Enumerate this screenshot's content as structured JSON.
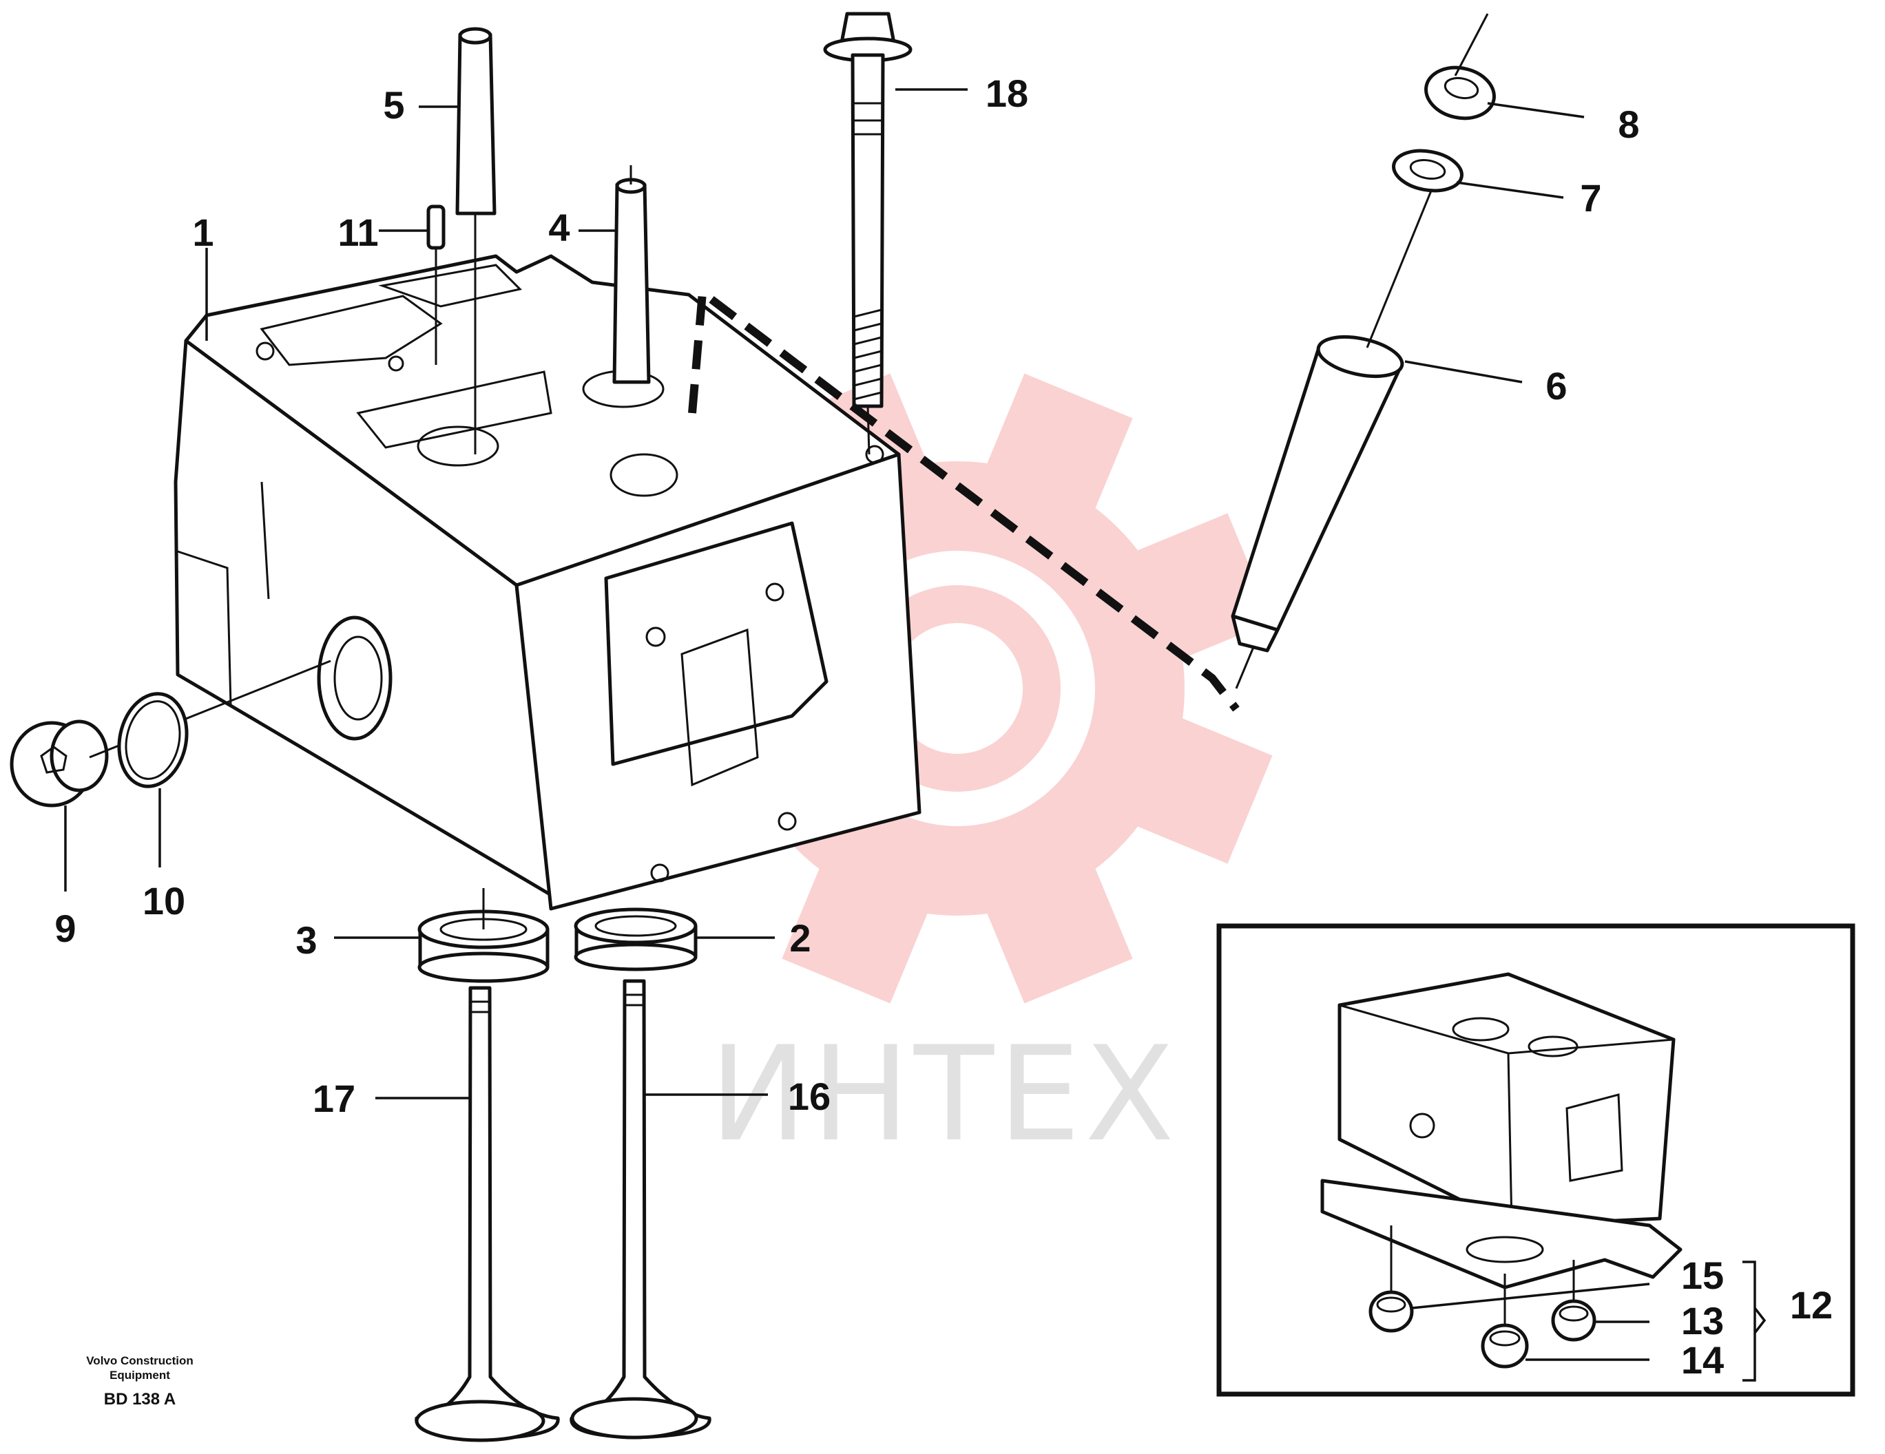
{
  "drawing_code": "BD 138 A",
  "credit": {
    "line1": "Volvo Construction",
    "line2": "Equipment"
  },
  "watermark": {
    "text": "ИНТЕХ",
    "color": "#f4a5a5"
  },
  "callouts": [
    "1",
    "2",
    "3",
    "4",
    "5",
    "6",
    "7",
    "8",
    "9",
    "10",
    "11",
    "12",
    "13",
    "14",
    "15",
    "16",
    "17",
    "18"
  ],
  "accent_color": "#111111"
}
